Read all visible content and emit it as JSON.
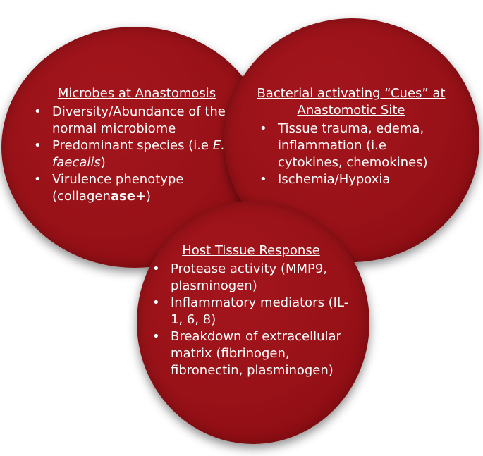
{
  "colors": {
    "circle_fill": "#981218",
    "text": "#ffffff",
    "background": "#ffffff"
  },
  "left": {
    "heading": "Microbes at Anastomosis",
    "items": [
      {
        "text": "Diversity/Abundance of the normal microbiome"
      },
      {
        "prefix": "Predominant species (i.e ",
        "italic": "E. faecalis",
        "suffix": ")"
      },
      {
        "prefix": "Virulence phenotype (collagen",
        "bold": "ase+",
        "suffix": ")"
      }
    ]
  },
  "right": {
    "heading_line1": "Bacterial activating “Cues” at",
    "heading_line2": "Anastomotic Site",
    "items": [
      "Tissue trauma, edema, inflammation (i.e cytokines, chemokines)",
      "Ischemia/Hypoxia"
    ]
  },
  "bottom": {
    "heading": "Host Tissue Response",
    "items": [
      "Protease activity (MMP9, plasminogen)",
      "Inflammatory mediators (IL-1, 6, 8)",
      "Breakdown of extracellular matrix (fibrinogen, fibronectin, plasminogen)"
    ]
  }
}
